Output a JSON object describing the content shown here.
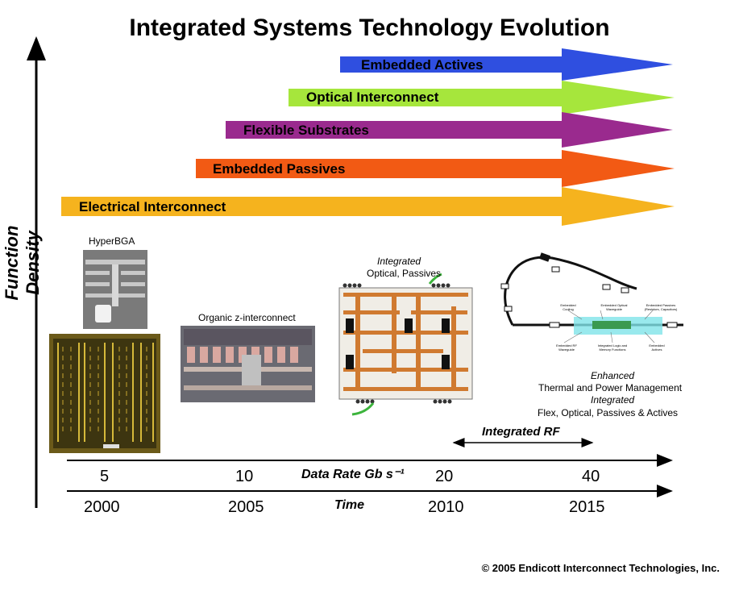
{
  "title": "Integrated Systems Technology Evolution",
  "y_axis_label": "Function Density",
  "technology_arrows": [
    {
      "label": "Embedded Actives",
      "color": "#2f4fe0"
    },
    {
      "label": "Optical Interconnect",
      "color": "#a6e63c"
    },
    {
      "label": "Flexible Substrates",
      "color": "#9a2a8e"
    },
    {
      "label": "Embedded Passives",
      "color": "#f25a14"
    },
    {
      "label": "Electrical Interconnect",
      "color": "#f5b31e"
    }
  ],
  "data_rate_axis": {
    "title": "Data Rate Gb s⁻¹",
    "ticks": [
      "5",
      "10",
      "20",
      "40"
    ]
  },
  "time_axis": {
    "title": "Time",
    "ticks": [
      "2000",
      "2005",
      "2010",
      "2015"
    ]
  },
  "integrated_rf_label": "Integrated RF",
  "captions": {
    "hyperbga": "HyperBGA",
    "organic_z": "Organic z-interconnect",
    "integrated_line1": "Integrated",
    "integrated_line2": "Optical, Passives",
    "enhanced": "Enhanced",
    "thermal": "Thermal and Power Management",
    "integrated2": "Integrated",
    "flex": "Flex, Optical, Passives & Actives"
  },
  "flex_diagram_labels": {
    "cooling": "Embedded Cooling",
    "optical_wg": "Embedded Optical Waveguide",
    "passives": "Embedded Passives (Resistors, Capacitors)",
    "rf_wg": "Embedded RF Waveguide",
    "logic": "Integrated Logic and Memory Functions",
    "actives": "Embedded Actives"
  },
  "copyright": "© 2005  Endicott Interconnect Technologies, Inc."
}
